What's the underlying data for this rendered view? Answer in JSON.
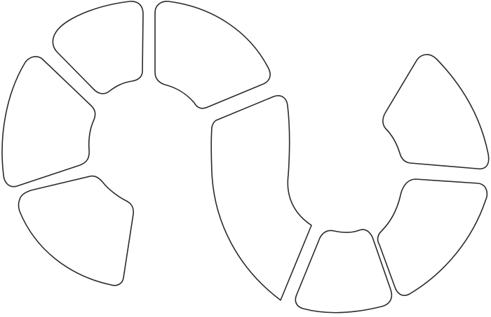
{
  "figure": {
    "description_visible_text": "",
    "shapes": [
      {
        "id": "left-top",
        "group": "left-ring"
      },
      {
        "id": "left-upper-mid",
        "group": "left-ring"
      },
      {
        "id": "left-lower-mid",
        "group": "left-ring"
      },
      {
        "id": "left-bottom",
        "group": "left-ring"
      },
      {
        "id": "right-top",
        "group": "right-ring"
      },
      {
        "id": "right-upper",
        "group": "right-ring"
      },
      {
        "id": "right-mid",
        "group": "right-ring"
      },
      {
        "id": "right-bottom",
        "group": "right-ring"
      },
      {
        "id": "center-long",
        "group": "center"
      }
    ],
    "stroke_color": "#2a2a2a",
    "fill_color": "#ffffff"
  }
}
